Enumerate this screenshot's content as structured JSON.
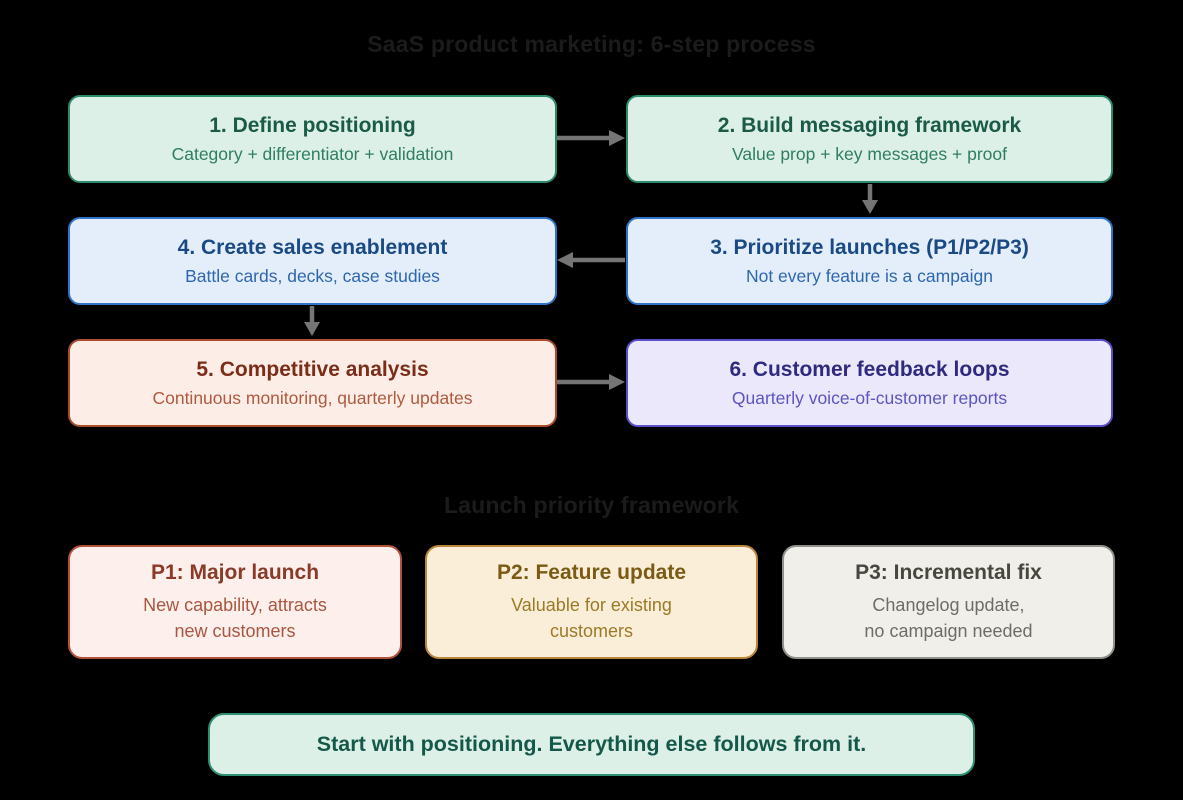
{
  "heading_color": "#1b1b1b",
  "arrow_color": "#757575",
  "themes": {
    "green": {
      "bg": "#ddf0e7",
      "border": "#2c8a6c",
      "title": "#1a5a47",
      "subtitle": "#2f7d62"
    },
    "blue": {
      "bg": "#e4eefa",
      "border": "#2f74c9",
      "title": "#1a4a85",
      "subtitle": "#2d67b0"
    },
    "red": {
      "bg": "#fceee7",
      "border": "#ad4c2c",
      "title": "#7c2d18",
      "subtitle": "#af5a3e"
    },
    "purple": {
      "bg": "#eae8fa",
      "border": "#5b50c8",
      "title": "#2f2a80",
      "subtitle": "#5d55c0"
    },
    "p1": {
      "bg": "#fdf0ec",
      "border": "#b15138",
      "title": "#8a3a27",
      "subtitle": "#a85640"
    },
    "p2": {
      "bg": "#faeed8",
      "border": "#b8873b",
      "title": "#7a5a14",
      "subtitle": "#9d7a28"
    },
    "p3": {
      "bg": "#f0efe9",
      "border": "#90908a",
      "title": "#47473f",
      "subtitle": "#6d6d66"
    },
    "footer": {
      "bg": "#ddf0e7",
      "border": "#2f8f73",
      "title": "#14584a"
    }
  },
  "process": {
    "title": "SaaS product marketing: 6-step process",
    "steps": [
      {
        "title": "1. Define positioning",
        "subtitle": "Category + differentiator + validation",
        "theme": "green"
      },
      {
        "title": "2. Build messaging framework",
        "subtitle": "Value prop + key messages + proof",
        "theme": "green"
      },
      {
        "title": "3. Prioritize launches (P1/P2/P3)",
        "subtitle": "Not every feature is a campaign",
        "theme": "blue"
      },
      {
        "title": "4. Create sales enablement",
        "subtitle": "Battle cards, decks, case studies",
        "theme": "blue"
      },
      {
        "title": "5. Competitive analysis",
        "subtitle": "Continuous monitoring, quarterly updates",
        "theme": "red"
      },
      {
        "title": "6. Customer feedback loops",
        "subtitle": "Quarterly voice-of-customer reports",
        "theme": "purple"
      }
    ],
    "flow": [
      "1→2",
      "2→3",
      "3→4",
      "4→5",
      "5→6"
    ]
  },
  "priority": {
    "title": "Launch priority framework",
    "items": [
      {
        "title": "P1: Major launch",
        "subtitle": "New capability, attracts\nnew customers",
        "theme": "p1"
      },
      {
        "title": "P2: Feature update",
        "subtitle": "Valuable for existing\ncustomers",
        "theme": "p2"
      },
      {
        "title": "P3: Incremental fix",
        "subtitle": "Changelog update,\nno campaign needed",
        "theme": "p3"
      }
    ]
  },
  "footer": {
    "message": "Start with positioning. Everything else follows from it."
  }
}
